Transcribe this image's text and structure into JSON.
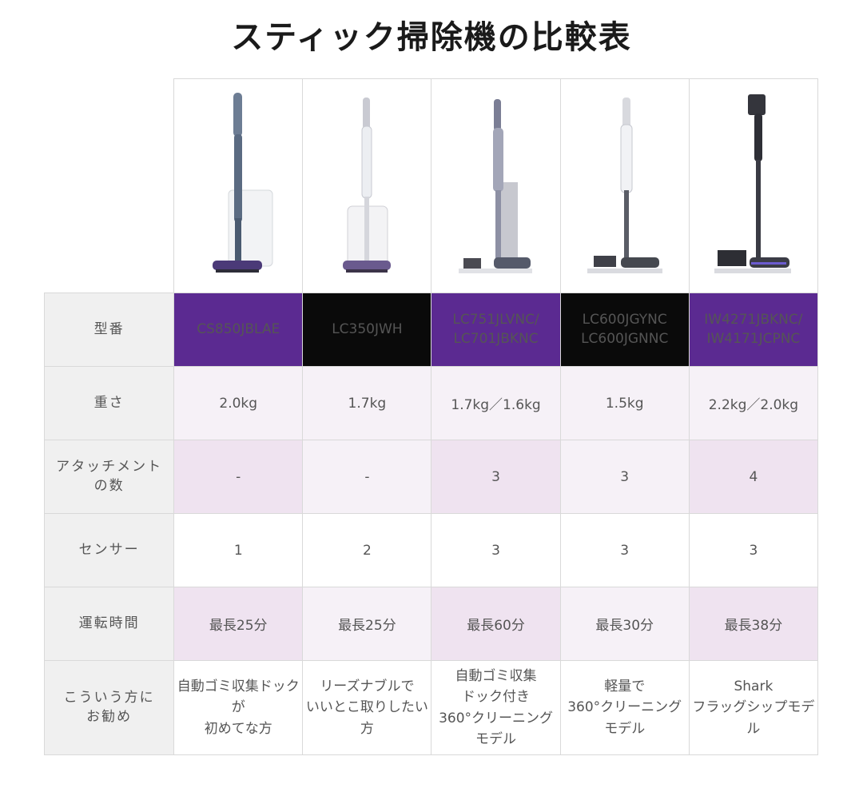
{
  "title": "スティック掃除機の比較表",
  "products": [
    {
      "model_lines": [
        "CS850JBLAE"
      ],
      "header_color": "purple",
      "image": "cordless-vacuum-with-dock-icon"
    },
    {
      "model_lines": [
        "LC350JWH"
      ],
      "header_color": "black",
      "image": "cordless-vacuum-white-icon"
    },
    {
      "model_lines": [
        "LC751JLVNC/",
        "LC701JBKNC"
      ],
      "header_color": "purple",
      "image": "cordless-vacuum-with-attachments-icon"
    },
    {
      "model_lines": [
        "LC600JGYNC",
        "LC600JGNNC"
      ],
      "header_color": "black",
      "image": "cordless-vacuum-with-attachments-icon"
    },
    {
      "model_lines": [
        "IW4271JBKNC/",
        "IW4171JCPNC"
      ],
      "header_color": "purple",
      "image": "cordless-vacuum-with-attachments-icon"
    }
  ],
  "rows": {
    "model": {
      "label": "型番"
    },
    "weight": {
      "label": "重さ",
      "values": [
        "2.0kg",
        "1.7kg",
        "1.7kg／1.6kg",
        "1.5kg",
        "2.2kg／2.0kg"
      ]
    },
    "attachments": {
      "label_lines": [
        "アタッチメント",
        "の数"
      ],
      "values": [
        "-",
        "-",
        "3",
        "3",
        "4"
      ]
    },
    "sensors": {
      "label": "センサー",
      "values": [
        "1",
        "2",
        "3",
        "3",
        "3"
      ]
    },
    "runtime": {
      "label": "運転時間",
      "values": [
        "最長25分",
        "最長25分",
        "最長60分",
        "最長30分",
        "最長38分"
      ]
    },
    "recommended": {
      "label_lines": [
        "こういう方に",
        "お勧め"
      ],
      "values": [
        [
          "自動ゴミ収集ドックが",
          "初めてな方"
        ],
        [
          "リーズナブルで",
          "いいとこ取りしたい方"
        ],
        [
          "自動ゴミ収集",
          "ドック付き",
          "360°クリーニング",
          "モデル"
        ],
        [
          "軽量で",
          "360°クリーニング",
          "モデル"
        ],
        [
          "Shark",
          "フラッグシップモデル"
        ]
      ]
    }
  },
  "colors": {
    "purple": "#5b2a91",
    "black": "#0a0a0a",
    "row_light": "#f6f1f7",
    "row_mid": "#efe3f0",
    "header_gray": "#f0f0f0"
  }
}
